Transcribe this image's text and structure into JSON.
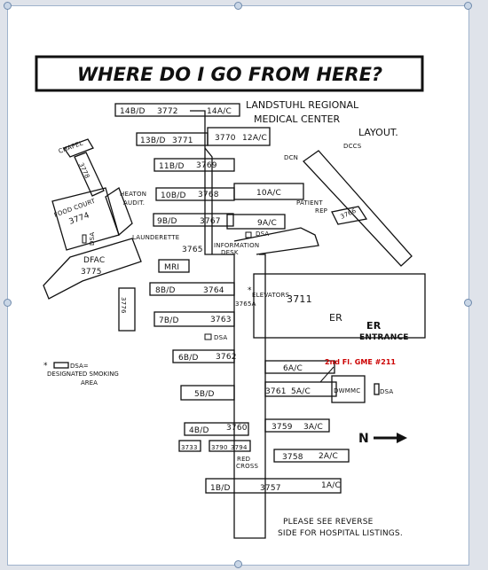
{
  "map_title": "WHERE DO I GO FROM HERE?",
  "facility_name_line1": "LANDSTUHL REGIONAL",
  "facility_name_line2": "MEDICAL CENTER",
  "facility_name_line3": "LAYOUT.",
  "wings": [
    {
      "left": "14B/D",
      "num": "3772",
      "right": "14A/C"
    },
    {
      "left": "13B/D",
      "num": "3771",
      "num2": "3770",
      "right": "12A/C"
    },
    {
      "left": "11B/D",
      "num": "3769"
    },
    {
      "left": "10B/D",
      "num": "3768",
      "right": "10A/C"
    },
    {
      "left": "9B/D",
      "num": "3767",
      "right": "9A/C"
    },
    {
      "left": "MRI",
      "num": "3765"
    },
    {
      "left": "8B/D",
      "num": "3764"
    },
    {
      "left": "7B/D",
      "num": "3763"
    },
    {
      "left": "6B/D",
      "num": "3762",
      "right": "6A/C"
    },
    {
      "left": "5B/D",
      "num": "3761",
      "right": "5A/C"
    },
    {
      "left": "4B/D",
      "num": "3760",
      "right": "3A/C",
      "num2": "3759"
    },
    {
      "left": "3733",
      "num": "3790",
      "num3": "3794"
    },
    {
      "num": "3758",
      "right": "2A/C"
    },
    {
      "left": "1B/D",
      "num": "3757",
      "right": "1A/C"
    }
  ],
  "labels": {
    "chapel": "CHAPEL",
    "chapel_num": "3778",
    "food_court": "FOOD COURT",
    "food_court_num": "3774",
    "heaton1": "HEATON",
    "heaton2": "AUDIT.",
    "launderette": "LAUNDERETTE",
    "dfac": "DFAC",
    "dfac_num": "3775",
    "bldg_3776": "3776",
    "info1": "INFORMATION",
    "info2": "DESK",
    "num_3765a": "3765A",
    "elevators": "ELEVATORS",
    "main_bldg": "3711",
    "er": "ER",
    "er_entrance1": "ER",
    "er_entrance2": "ENTRANCE",
    "dccs": "DCCS",
    "dcn": "DCN",
    "patient_rep1": "PATIENT",
    "patient_rep2": "REP",
    "num_3766": "3766",
    "dsa": "DSA",
    "dwmmc": "DWMMC",
    "red_cross1": "RED",
    "red_cross2": "CROSS",
    "gme_note": "2nd Fl. GME #211",
    "legend_line1": "DSA=",
    "legend_line2": "DESIGNATED SMOKING",
    "legend_line3": "AREA",
    "north_arrow": "N",
    "footer1": "PLEASE SEE REVERSE",
    "footer2": "SIDE FOR HOSPITAL LISTINGS."
  },
  "colors": {
    "ink": "#111111",
    "annotation": "#cc0000",
    "frame": "#9fb3cc"
  }
}
